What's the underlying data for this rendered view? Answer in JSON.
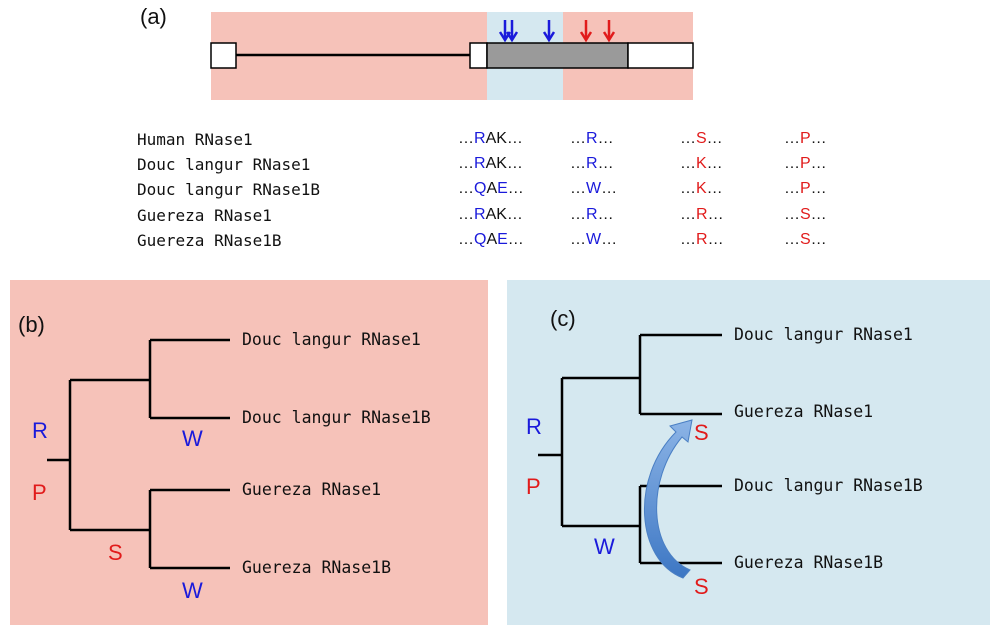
{
  "panel_a": {
    "label": "(a)",
    "colors": {
      "pink": "#f6c2b9",
      "lightblue": "#d5e8f0",
      "exon_gray": "#9a9a9a",
      "blue": "#1a1adb",
      "red": "#e11b1b"
    },
    "alignment": [
      {
        "name": "Human RNase1",
        "seg1": [
          "…",
          "R",
          "A",
          "K",
          "…"
        ],
        "seg2": [
          "…",
          "R",
          "…"
        ],
        "seg3": [
          "…",
          "S",
          "…"
        ],
        "seg4": [
          "…",
          "P",
          "…"
        ]
      },
      {
        "name": "Douc langur RNase1",
        "seg1": [
          "…",
          "R",
          "A",
          "K",
          "…"
        ],
        "seg2": [
          "…",
          "R",
          "…"
        ],
        "seg3": [
          "…",
          "K",
          "…"
        ],
        "seg4": [
          "…",
          "P",
          "…"
        ]
      },
      {
        "name": "Douc langur RNase1B",
        "seg1": [
          "…",
          "Q",
          "A",
          "E",
          "…"
        ],
        "seg2": [
          "…",
          "W",
          "…"
        ],
        "seg3": [
          "…",
          "K",
          "…"
        ],
        "seg4": [
          "…",
          "P",
          "…"
        ]
      },
      {
        "name": "Guereza RNase1",
        "seg1": [
          "…",
          "R",
          "A",
          "K",
          "…"
        ],
        "seg2": [
          "…",
          "R",
          "…"
        ],
        "seg3": [
          "…",
          "R",
          "…"
        ],
        "seg4": [
          "…",
          "S",
          "…"
        ]
      },
      {
        "name": "Guereza RNase1B",
        "seg1": [
          "…",
          "Q",
          "A",
          "E",
          "…"
        ],
        "seg2": [
          "…",
          "W",
          "…"
        ],
        "seg3": [
          "…",
          "R",
          "…"
        ],
        "seg4": [
          "…",
          "S",
          "…"
        ]
      }
    ]
  },
  "panel_b": {
    "label": "(b)",
    "leaves": [
      "Douc langur RNase1",
      "Douc langur RNase1B",
      "Guereza RNase1",
      "Guereza RNase1B"
    ],
    "mutations": {
      "root_blue": "R",
      "root_red": "P",
      "douc1b": "W",
      "guereza_clade": "S",
      "guereza1b": "W"
    }
  },
  "panel_c": {
    "label": "(c)",
    "leaves": [
      "Douc langur RNase1",
      "Guereza RNase1",
      "Douc langur RNase1B",
      "Guereza RNase1B"
    ],
    "mutations": {
      "root_blue": "R",
      "root_red": "P",
      "rnase1b_clade": "W",
      "guereza1": "S",
      "guereza1b": "S"
    }
  }
}
